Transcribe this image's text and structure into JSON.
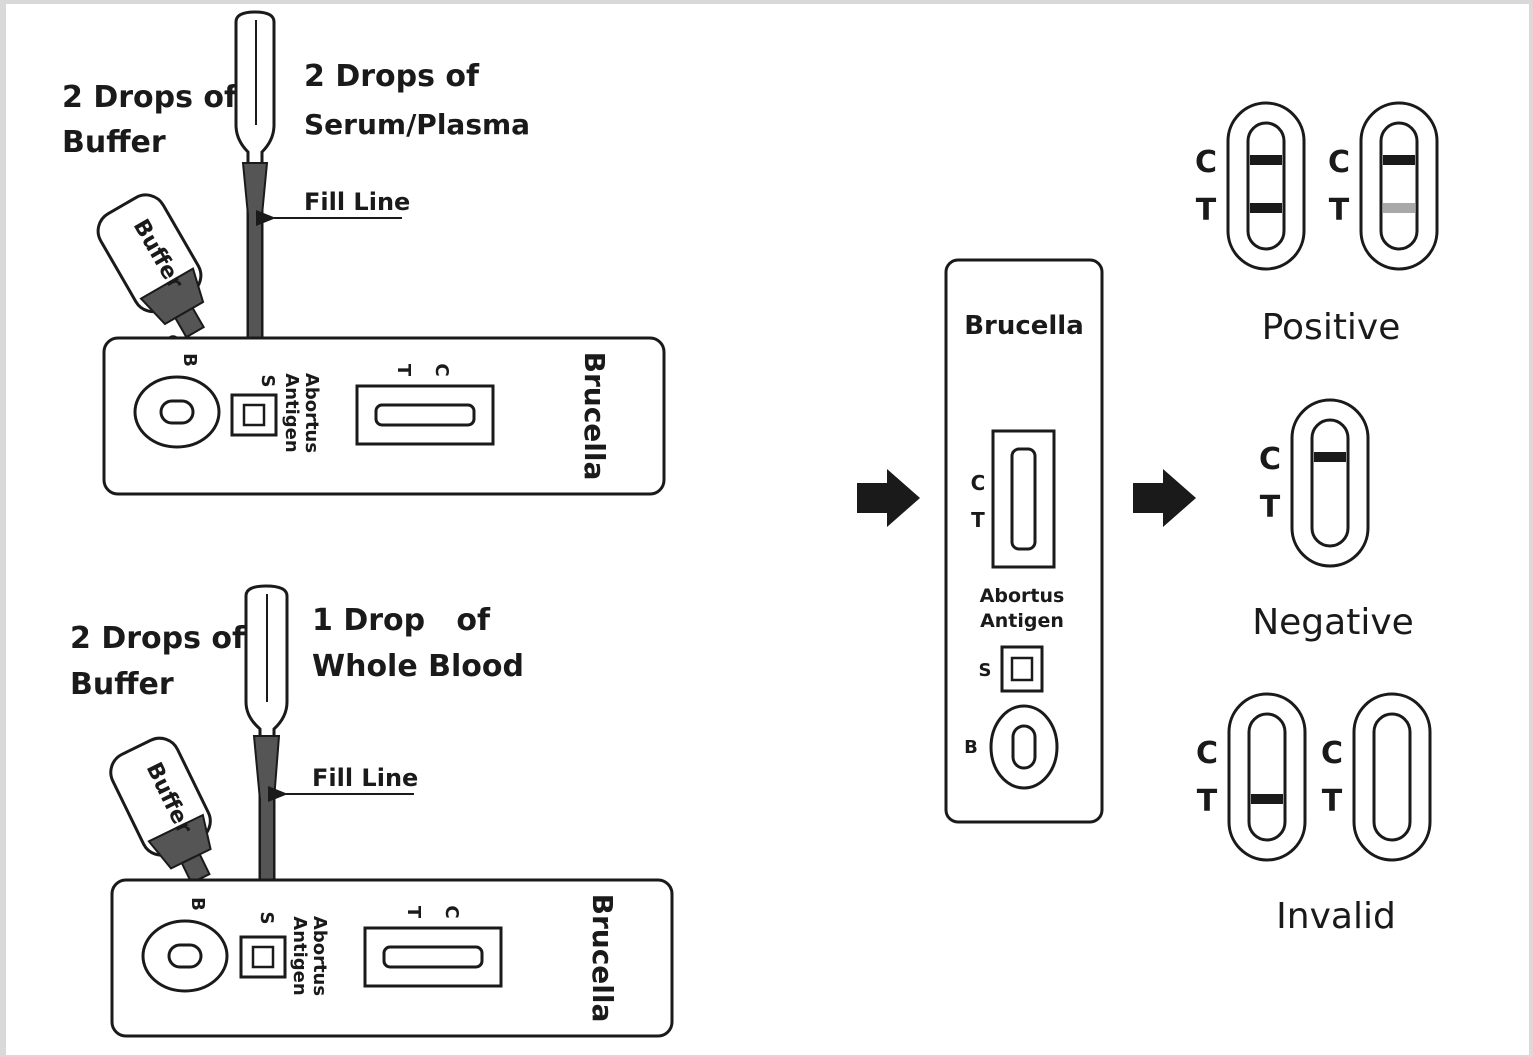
{
  "colors": {
    "ink": "#1a1a1a",
    "fill_dark": "#555555",
    "line_mid": "#3a3a3a",
    "line_faint": "#a8a8a8",
    "background": "#ffffff",
    "border": "#d9d9d9"
  },
  "top_panel": {
    "buffer_label_line1": "2 Drops of",
    "buffer_label_line2": "Buffer",
    "sample_label_line1": "2 Drops of",
    "sample_label_line2": "Serum/Plasma",
    "fill_line": "Fill Line",
    "bottle_text": "Buffer",
    "well_b": "B",
    "well_s": "S",
    "antigen_line1": "Abortus",
    "antigen_line2": "Antigen",
    "marker_c": "C",
    "marker_t": "T",
    "brand": "Brucella"
  },
  "bottom_panel": {
    "buffer_label_line1": "2 Drops of",
    "buffer_label_line2": "Buffer",
    "sample_label_line1": "1 Drop   of",
    "sample_label_line2": "Whole Blood",
    "fill_line": "Fill Line",
    "bottle_text": "Buffer",
    "well_b": "B",
    "well_s": "S",
    "antigen_line1": "Abortus",
    "antigen_line2": "Antigen",
    "marker_c": "C",
    "marker_t": "T",
    "brand": "Brucella"
  },
  "cassette": {
    "brand": "Brucella",
    "marker_c": "C",
    "marker_t": "T",
    "antigen_line1": "Abortus",
    "antigen_line2": "Antigen",
    "well_s": "S",
    "well_b": "B"
  },
  "results": {
    "positive": {
      "label": "Positive",
      "strips": [
        {
          "c": "C",
          "t": "T",
          "c_line": "strong",
          "t_line": "strong"
        },
        {
          "c": "C",
          "t": "T",
          "c_line": "strong",
          "t_line": "faint"
        }
      ]
    },
    "negative": {
      "label": "Negative",
      "strips": [
        {
          "c": "C",
          "t": "T",
          "c_line": "strong",
          "t_line": "none"
        }
      ]
    },
    "invalid": {
      "label": "Invalid",
      "strips": [
        {
          "c": "C",
          "t": "T",
          "c_line": "none",
          "t_line": "strong"
        },
        {
          "c": "C",
          "t": "T",
          "c_line": "none",
          "t_line": "none"
        }
      ]
    }
  }
}
